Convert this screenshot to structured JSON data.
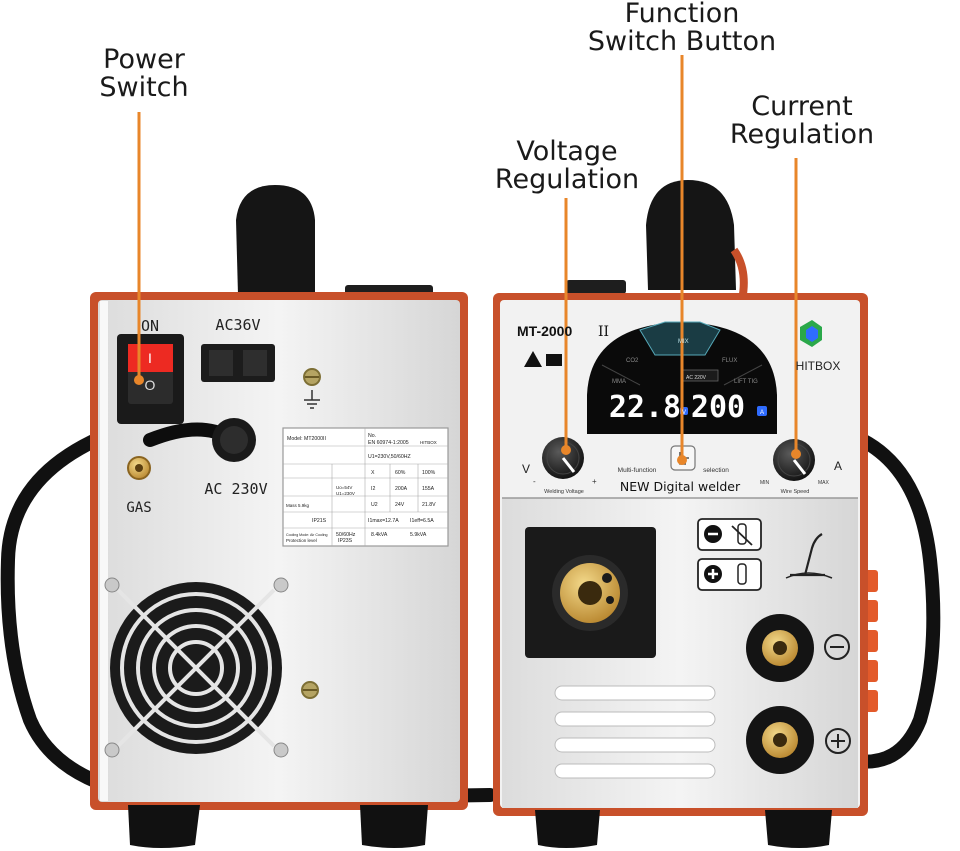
{
  "callouts": {
    "power_switch": [
      "Power",
      "Switch"
    ],
    "voltage_regulation": [
      "Voltage",
      "Regulation"
    ],
    "function_switch": [
      "Function",
      "Switch Button"
    ],
    "current_regulation": [
      "Current",
      "Regulation"
    ]
  },
  "colors": {
    "leader_line": "#e8862a",
    "case_trim": "#c8502a",
    "panel_white": "#efefef",
    "display_blue": "#2f6cff"
  },
  "back_panel": {
    "on_label": "ON",
    "switch_marks": [
      "I",
      "O"
    ],
    "ac36v_label": "AC36V",
    "ac230v_label": "AC 230V",
    "gas_label": "GAS",
    "rating_plate": {
      "model": "Model: MT2000II",
      "no": "No.",
      "standard": "EN 60974-1:2005",
      "brand": "HITBOX",
      "supply": "U1=230V,50/60HZ",
      "row_x": [
        "X",
        "60%",
        "100%"
      ],
      "row_i2": [
        "I2",
        "200A",
        "155A"
      ],
      "row_u2": [
        "U2",
        "24V",
        "21.8V"
      ],
      "uo": "Uo=54V",
      "u1": "U1=230V",
      "mass": "Mass 5.9kg",
      "ip": "IP21S",
      "imax": "I1max=12.7A",
      "ieff": "I1eff=6.5A",
      "cooling": "Cooling Mode: Air Cooling",
      "freq": "50/60Hz",
      "kva1": "8.4kVA",
      "kva2": "5.9kVA",
      "protection": "Protection level",
      "protection_val": "IP23S"
    }
  },
  "front_panel": {
    "model": "MT-2000",
    "model_suffix": "II",
    "brand": "HITBOX",
    "display": {
      "voltage": "22.8",
      "current": "200",
      "unit_v": "V",
      "unit_a": "A",
      "modes": [
        "MMA",
        "CO2",
        "MIX",
        "FLUX",
        "LIFT TIG"
      ],
      "ac_badge": "AC 220V"
    },
    "v_label": "V",
    "a_label": "A",
    "knob_left_label": "Welding Voltage",
    "knob_right_label": "Wire Speed",
    "minus": "-",
    "plus": "+",
    "min": "MIN",
    "max": "MAX",
    "multi_function": "Multi-function",
    "selection": "selection",
    "new_label": "NEW Digital welder"
  }
}
